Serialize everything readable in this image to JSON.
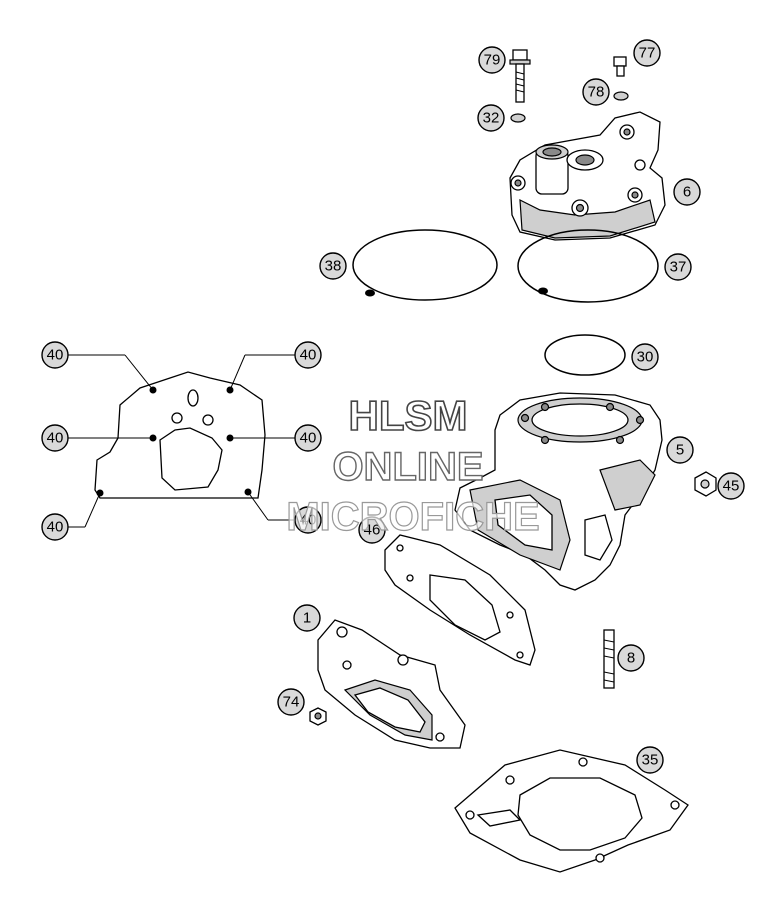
{
  "callouts": [
    {
      "id": "c79",
      "label": "79"
    },
    {
      "id": "c77",
      "label": "77"
    },
    {
      "id": "c78",
      "label": "78"
    },
    {
      "id": "c32",
      "label": "32"
    },
    {
      "id": "c6",
      "label": "6"
    },
    {
      "id": "c38",
      "label": "38"
    },
    {
      "id": "c37",
      "label": "37"
    },
    {
      "id": "c30",
      "label": "30"
    },
    {
      "id": "c40a",
      "label": "40"
    },
    {
      "id": "c40b",
      "label": "40"
    },
    {
      "id": "c40c",
      "label": "40"
    },
    {
      "id": "c40d",
      "label": "40"
    },
    {
      "id": "c40e",
      "label": "40"
    },
    {
      "id": "c40f",
      "label": "40"
    },
    {
      "id": "c5",
      "label": "5"
    },
    {
      "id": "c45",
      "label": "45"
    },
    {
      "id": "c46",
      "label": "46"
    },
    {
      "id": "c1",
      "label": "1"
    },
    {
      "id": "c8",
      "label": "8"
    },
    {
      "id": "c74",
      "label": "74"
    },
    {
      "id": "c35",
      "label": "35"
    }
  ],
  "watermark": {
    "line1": "HLSM",
    "line2": "ONLINE",
    "line3": "MICROFICHE"
  }
}
